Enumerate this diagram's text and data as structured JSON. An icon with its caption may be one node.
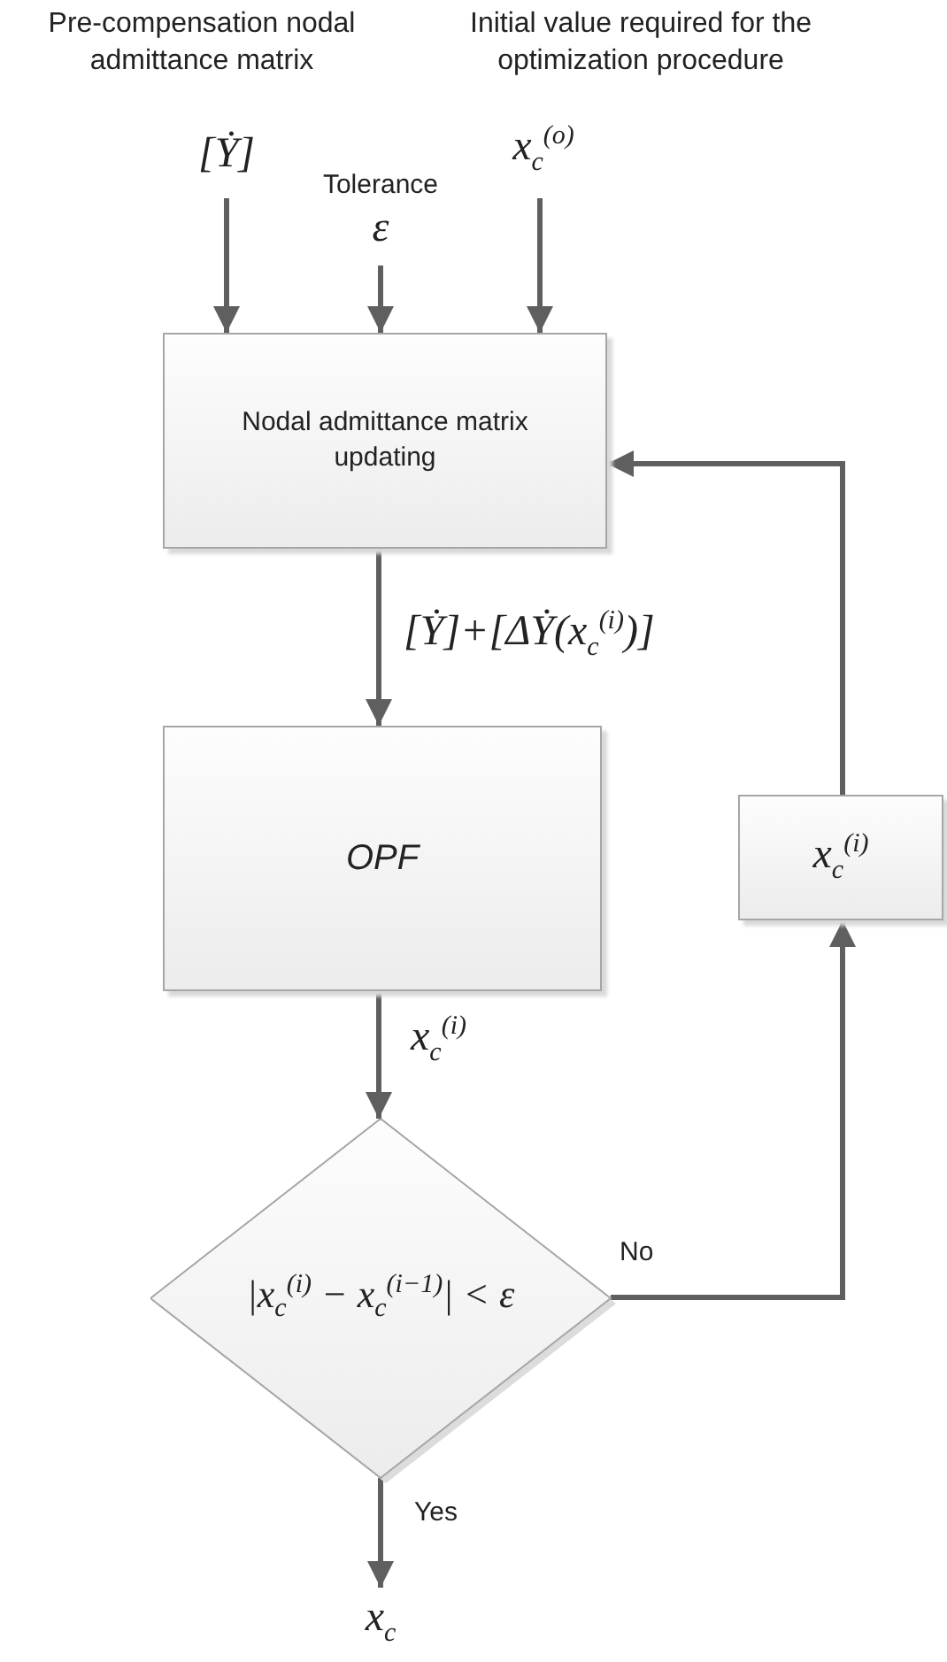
{
  "diagram": {
    "nodes": [
      {
        "text": [
          "[Ẏ]"
        ],
        "beside": [
          "Pre-compensation nodal admittance matrix"
        ]
      },
      {
        "text": [
          "Tolerance",
          "ε"
        ]
      },
      {
        "text": [
          "x$_{c}$$^{(o)}$"
        ],
        "beside": [
          "Initial value required for the optimization procedure"
        ]
      },
      {
        "text": [
          "Nodal admittance matrix updating"
        ]
      },
      {
        "text": [
          "OPF"
        ]
      },
      {
        "text": [
          "|x$_{c}$$^{(i)}$ − x$_{c}$$^{(i−1)}$| < ε"
        ]
      },
      {
        "text": [
          "x$_{c}$$^{(i)}$"
        ]
      },
      {
        "text": [
          "x$_{c}$"
        ]
      }
    ],
    "edges": [
      {
        "from": 0,
        "to": 3,
        "arrow": "to"
      },
      {
        "from": 1,
        "to": 3,
        "arrow": "to"
      },
      {
        "from": 2,
        "to": 3,
        "arrow": "to"
      },
      {
        "from": 3,
        "to": 4,
        "arrow": "to",
        "label": "[Ẏ]+[ΔẎ(x$_{c}$$^{(i)}$)]"
      },
      {
        "from": 4,
        "to": 5,
        "arrow": "to",
        "label": "x$_{c}$$^{(i)}$"
      },
      {
        "from": 5,
        "to": 6,
        "arrow": "to",
        "label": "No"
      },
      {
        "from": 6,
        "to": 3,
        "arrow": "to"
      },
      {
        "from": 5,
        "to": 7,
        "arrow": "to",
        "label": "Yes"
      }
    ]
  }
}
